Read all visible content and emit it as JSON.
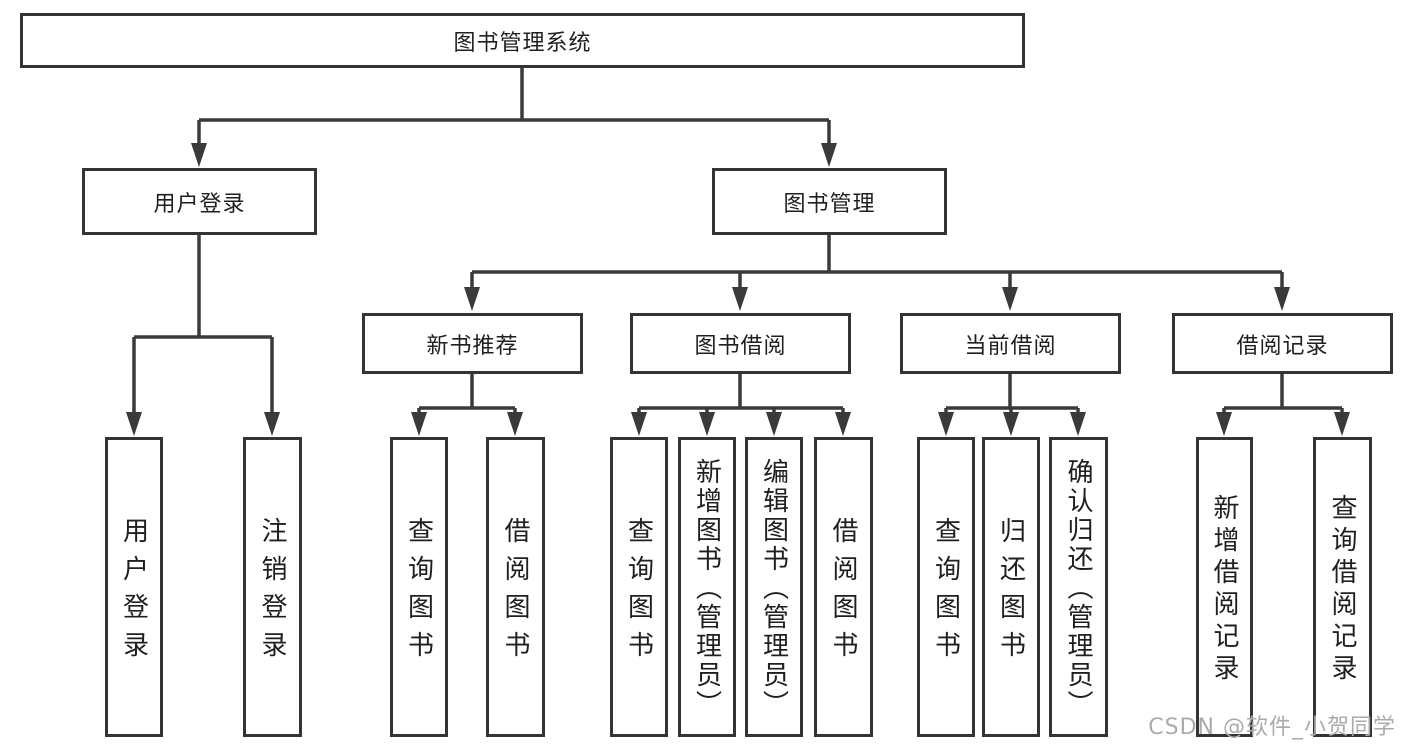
{
  "diagram": {
    "root": {
      "label": "图书管理系统"
    },
    "level2": {
      "user_login": {
        "label": "用户登录"
      },
      "book_mgmt": {
        "label": "图书管理"
      }
    },
    "level3": {
      "new_books": {
        "label": "新书推荐"
      },
      "book_borrow": {
        "label": "图书借阅"
      },
      "current_borrow": {
        "label": "当前借阅"
      },
      "borrow_records": {
        "label": "借阅记录"
      }
    },
    "leaves": {
      "ul_user_login": {
        "label": "用户登录"
      },
      "ul_logout": {
        "label": "注销登录"
      },
      "nb_query": {
        "label": "查询图书"
      },
      "nb_borrow": {
        "label": "借阅图书"
      },
      "bb_query": {
        "label": "查询图书"
      },
      "bb_add": {
        "label": "新增图书（管理员）"
      },
      "bb_edit": {
        "label": "编辑图书（管理员）"
      },
      "bb_borrow": {
        "label": "借阅图书"
      },
      "cb_query": {
        "label": "查询图书"
      },
      "cb_return": {
        "label": "归还图书"
      },
      "cb_confirm": {
        "label": "确认归还（管理员）"
      },
      "br_add": {
        "label": "新增借阅记录"
      },
      "br_query": {
        "label": "查询借阅记录"
      }
    }
  },
  "watermark": {
    "text": "CSDN @软件_小贺同学"
  },
  "colors": {
    "line": "#3a3a3a",
    "border": "#343434",
    "text": "#1f1f1f",
    "watermark": "#ababab",
    "background": "#ffffff"
  }
}
